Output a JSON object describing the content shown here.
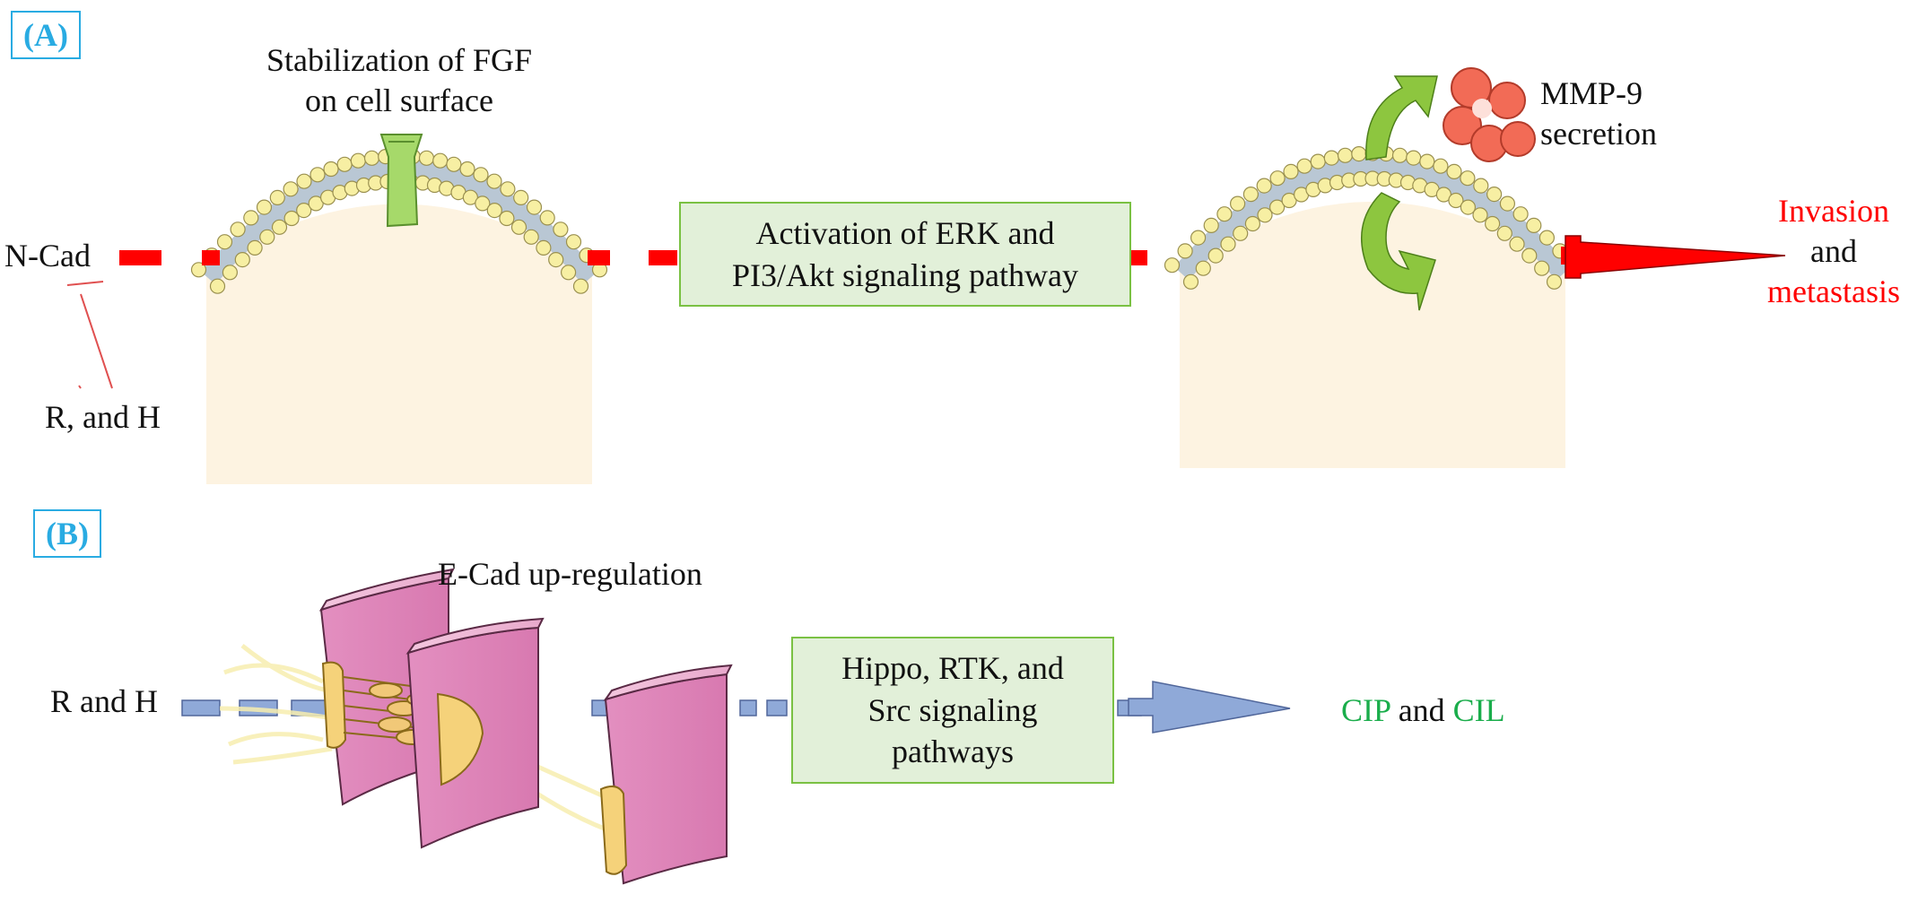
{
  "panel_a": {
    "tag": "(A)",
    "ncad_label": "N-Cad",
    "inhibitor_label": "R, and H",
    "fgf_label_line1": "Stabilization of FGF",
    "fgf_label_line2": "on cell surface",
    "box_line1": "Activation of ERK and",
    "box_line2": "PI3/Akt signaling pathway",
    "mmp_line1": "MMP-9",
    "mmp_line2": "secretion",
    "outcome_line1": "Invasion",
    "outcome_line2": "and",
    "outcome_line3": "metastasis"
  },
  "panel_b": {
    "tag": "(B)",
    "start_label": "R and H",
    "ecad_label": "E-Cad up-regulation",
    "box_line1": "Hippo, RTK, and",
    "box_line2": "Src signaling",
    "box_line3": "pathways",
    "outcome_cip": "CIP",
    "outcome_and": "and",
    "outcome_cil": "CIL"
  },
  "colors": {
    "arrow_red": "#ff0000",
    "arrow_blue": "#8fa9d8",
    "box_fill": "#e2f0d9",
    "box_border": "#7ac143",
    "tag_border": "#29abe2",
    "outcome_red": "#ff0000",
    "outcome_green": "#1aad4b"
  }
}
